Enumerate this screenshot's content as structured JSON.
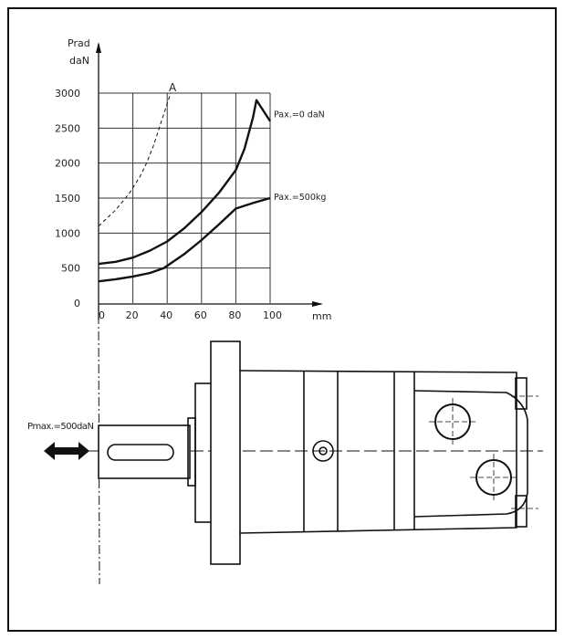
{
  "chart_data": {
    "type": "line",
    "ylabel_line1": "Prad",
    "ylabel_line2": "daN",
    "xlabel": "mm",
    "xlim": [
      0,
      100
    ],
    "ylim": [
      0,
      3000
    ],
    "x_ticks": [
      "0",
      "20",
      "40",
      "60",
      "80",
      "100"
    ],
    "y_ticks": [
      "0",
      "500",
      "1000",
      "1500",
      "2000",
      "2500",
      "3000"
    ],
    "grid": true,
    "annotation": "A",
    "series": [
      {
        "name": "Pax.=0 daN",
        "style": "solid",
        "points": [
          [
            0,
            560
          ],
          [
            10,
            590
          ],
          [
            20,
            650
          ],
          [
            30,
            750
          ],
          [
            40,
            880
          ],
          [
            50,
            1070
          ],
          [
            60,
            1300
          ],
          [
            70,
            1570
          ],
          [
            80,
            1900
          ],
          [
            85,
            2200
          ],
          [
            90,
            2650
          ],
          [
            92,
            2900
          ],
          [
            100,
            2600
          ]
        ]
      },
      {
        "name": "Pax.=500kg",
        "style": "solid",
        "points": [
          [
            0,
            310
          ],
          [
            10,
            340
          ],
          [
            20,
            380
          ],
          [
            30,
            430
          ],
          [
            38,
            500
          ],
          [
            50,
            700
          ],
          [
            60,
            900
          ],
          [
            70,
            1120
          ],
          [
            80,
            1350
          ],
          [
            90,
            1430
          ],
          [
            100,
            1500
          ]
        ]
      },
      {
        "name": "A",
        "style": "dashed",
        "points": [
          [
            0,
            1100
          ],
          [
            10,
            1330
          ],
          [
            18,
            1570
          ],
          [
            24,
            1800
          ],
          [
            28,
            2000
          ],
          [
            32,
            2250
          ],
          [
            36,
            2550
          ],
          [
            40,
            2850
          ],
          [
            42,
            3000
          ]
        ]
      }
    ]
  },
  "drawing": {
    "force_label": "Pmax.=500daN"
  }
}
